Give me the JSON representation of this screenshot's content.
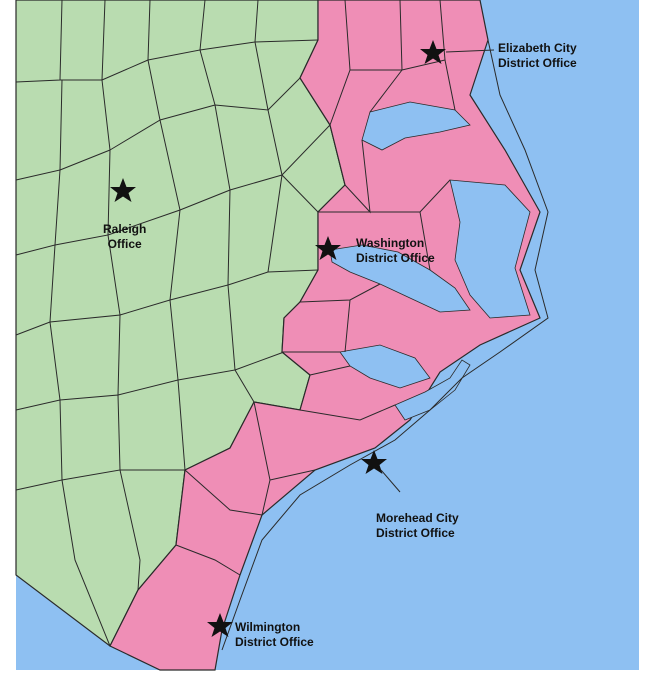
{
  "colors": {
    "ocean": "#8ec0f2",
    "inland_counties": "#b9dcb0",
    "coastal_counties": "#ef8eb6",
    "county_border": "#2a2a2a",
    "star": "#111111"
  },
  "offices": [
    {
      "id": "raleigh",
      "line1": "Raleigh",
      "line2": "Office"
    },
    {
      "id": "elizabeth-city",
      "line1": "Elizabeth City",
      "line2": "District Office"
    },
    {
      "id": "washington",
      "line1": "Washington",
      "line2": "District Office"
    },
    {
      "id": "morehead-city",
      "line1": "Morehead City",
      "line2": "District Office"
    },
    {
      "id": "wilmington",
      "line1": "Wilmington",
      "line2": "District Office"
    }
  ]
}
